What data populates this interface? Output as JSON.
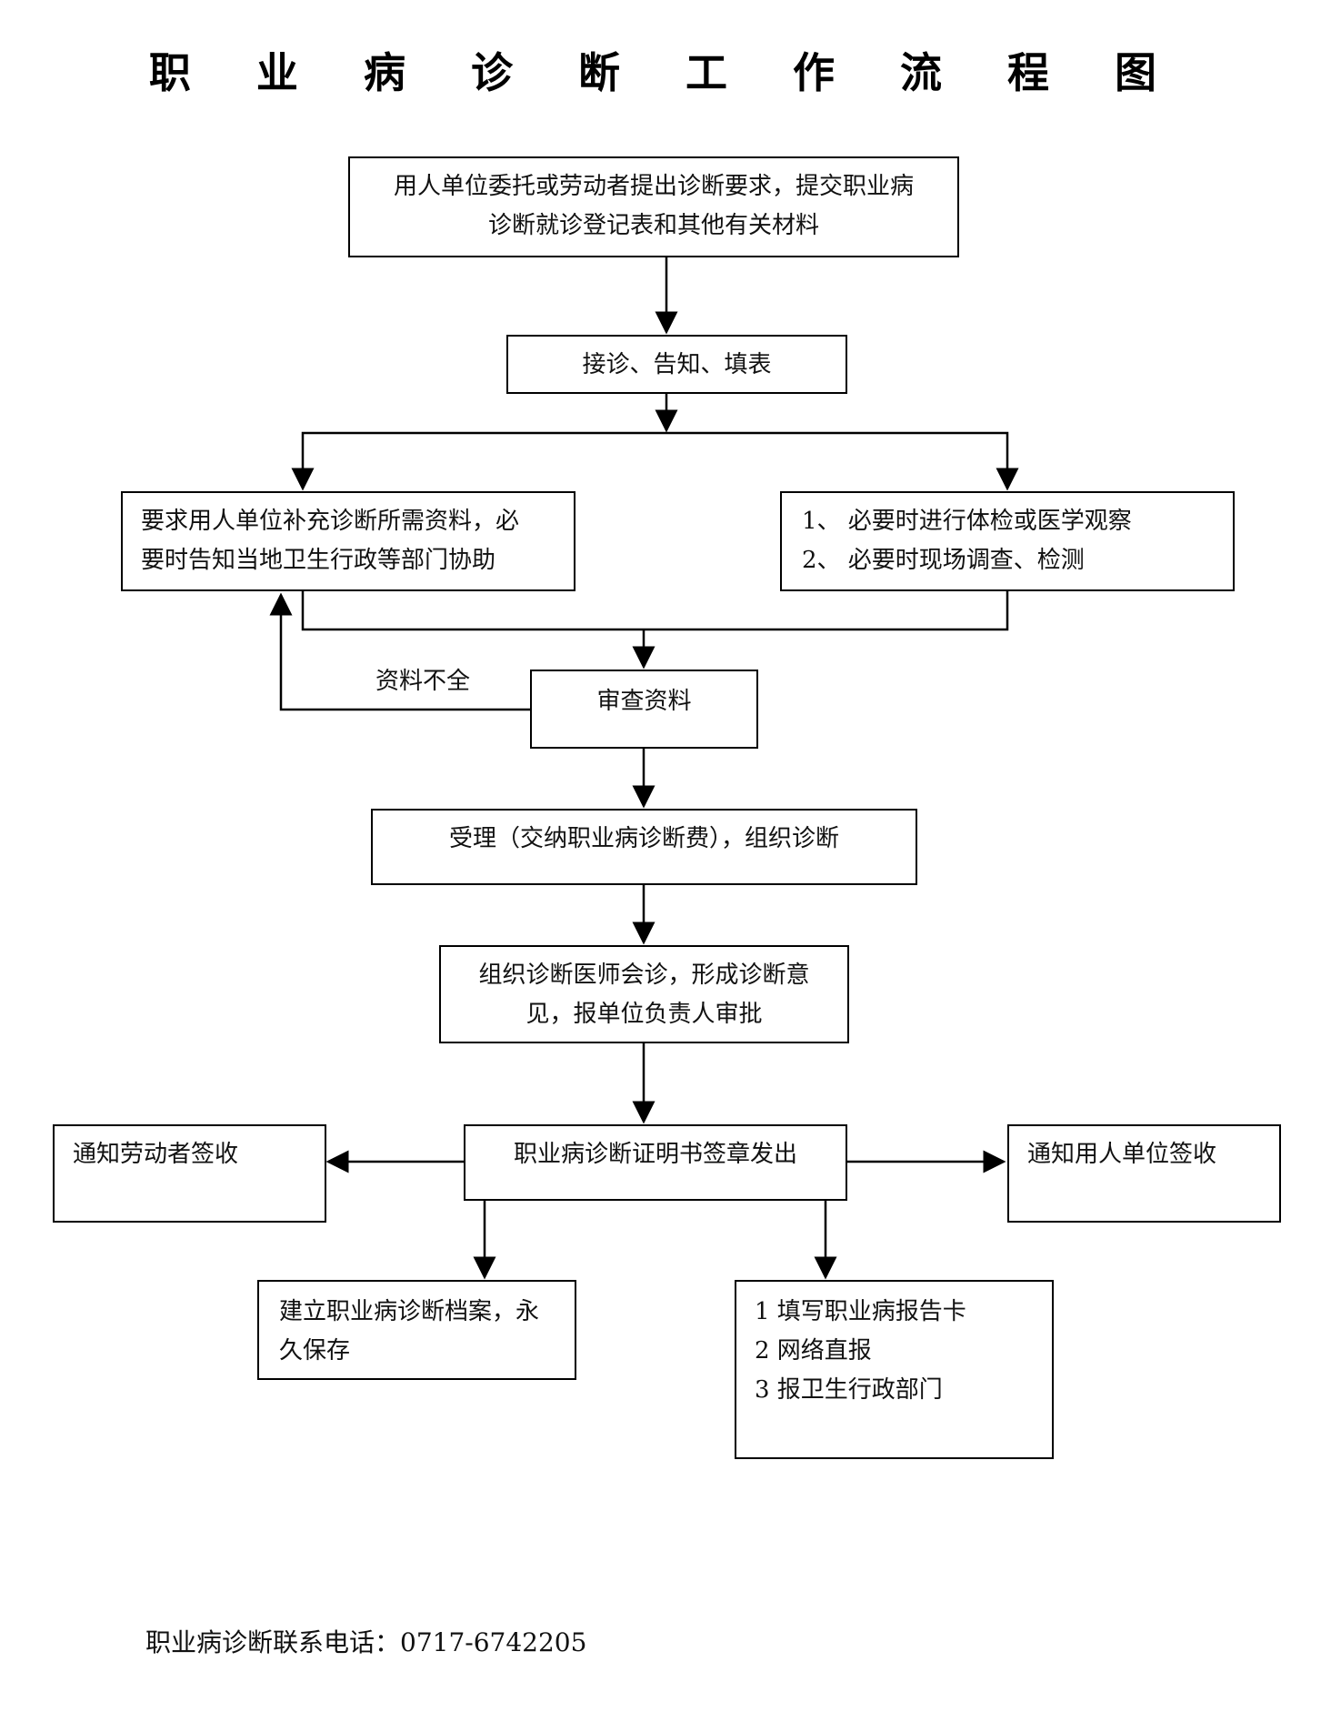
{
  "title": "职 业 病 诊 断 工 作 流 程 图",
  "nodes": {
    "start": {
      "lines": [
        "用人单位委托或劳动者提出诊断要求，提交职业病",
        "诊断就诊登记表和其他有关材料"
      ]
    },
    "reception": {
      "lines": [
        "接诊、告知、填表"
      ]
    },
    "supplement": {
      "lines": [
        "要求用人单位补充诊断所需资料，必",
        "要时告知当地卫生行政等部门协助"
      ]
    },
    "exam": {
      "lines": [
        "1、 必要时进行体检或医学观察",
        "2、 必要时现场调查、检测"
      ]
    },
    "review": {
      "lines": [
        "审查资料"
      ]
    },
    "accept": {
      "lines": [
        "受理（交纳职业病诊断费），组织诊断"
      ]
    },
    "consult": {
      "lines": [
        "组织诊断医师会诊，形成诊断意",
        "见，报单位负责人审批"
      ]
    },
    "certificate": {
      "lines": [
        "职业病诊断证明书签章发出"
      ]
    },
    "notify_worker": {
      "lines": [
        "通知劳动者签收"
      ]
    },
    "notify_employer": {
      "lines": [
        "通知用人单位签收"
      ]
    },
    "archive": {
      "lines": [
        "建立职业病诊断档案，永",
        "久保存"
      ]
    },
    "report": {
      "lines": [
        "1 填写职业病报告卡",
        "2 网络直报",
        "3 报卫生行政部门"
      ]
    }
  },
  "edge_labels": {
    "incomplete": "资料不全"
  },
  "footer": "职业病诊断联系电话：0717-6742205"
}
